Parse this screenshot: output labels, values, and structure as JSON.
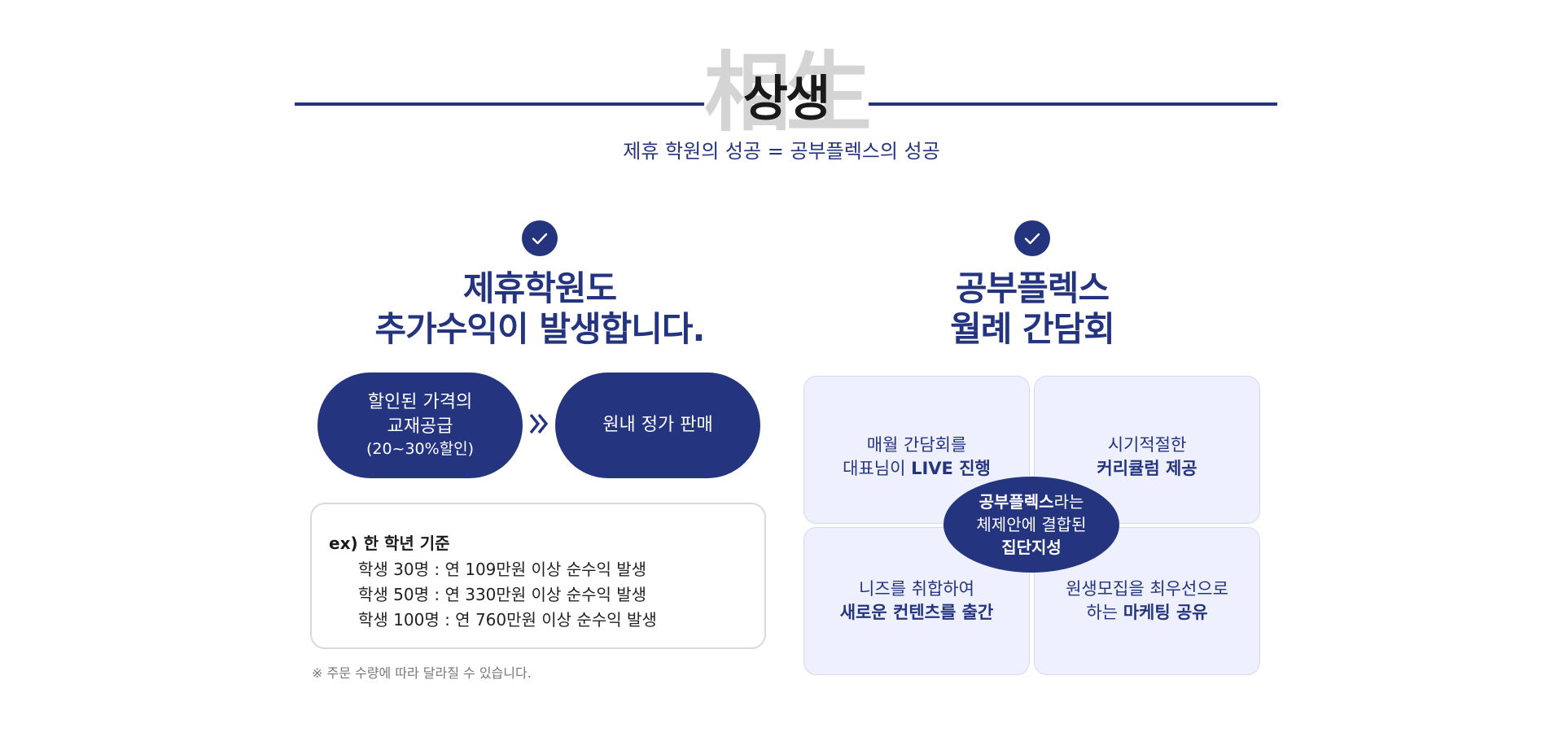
{
  "header": {
    "hanja": "相生",
    "title": "상생",
    "subtitle": "제휴 학원의 성공 = 공부플렉스의 성공"
  },
  "left": {
    "check_icon": "check-circle-icon",
    "title_line1": "제휴학원도",
    "title_line2": "추가수익이 발생합니다.",
    "pill1": {
      "line1": "할인된 가격의",
      "line2": "교재공급",
      "line3": "(20~30%할인)"
    },
    "arrow_icon": "double-chevron-right-icon",
    "pill2": {
      "label": "원내 정가 판매"
    },
    "example": {
      "title": "ex) 한 학년 기준",
      "rows": [
        "학생 30명 : 연 109만원 이상 순수익 발생",
        "학생 50명 : 연 330만원 이상 순수익 발생",
        "학생 100명 : 연 760만원 이상 순수익 발생"
      ]
    },
    "note": "※ 주문 수량에 따라 달라질 수 있습니다."
  },
  "right": {
    "check_icon": "check-circle-icon",
    "title_line1": "공부플렉스",
    "title_line2": "월례 간담회",
    "cells": [
      {
        "line1": "매월 간담회를",
        "line2_plain": "대표님이 ",
        "line2_bold": "LIVE 진행"
      },
      {
        "line1": "시기적절한",
        "line2_plain": "",
        "line2_bold": "커리큘럼 제공"
      },
      {
        "line1": "니즈를 취합하여",
        "line2_plain": "",
        "line2_bold": "새로운 컨텐츠를 출간"
      },
      {
        "line1": "원생모집을 최우선으로",
        "line2_plain": "하는 ",
        "line2_bold": "마케팅 공유"
      }
    ],
    "center": {
      "line1_bold": "공부플렉스",
      "line1_plain": "라는",
      "line2": "체제안에 결합된",
      "line3_bold": "집단지성"
    }
  },
  "colors": {
    "navy": "#24347f",
    "cell_bg": "#eef1fd",
    "hanja_gray": "#d4d4d4"
  }
}
